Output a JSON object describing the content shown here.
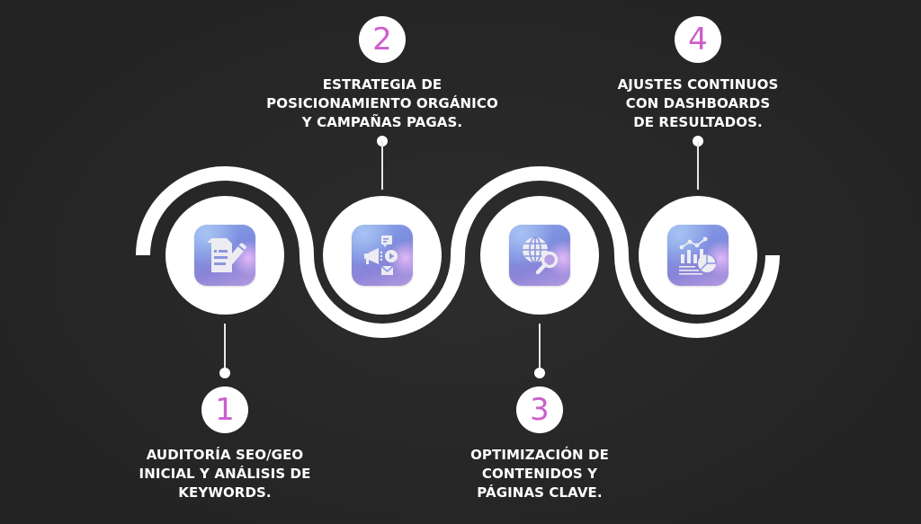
{
  "diagram": {
    "type": "process-timeline",
    "colors": {
      "background": "#232323",
      "background_center": "#2d2d2d",
      "path": "#ffffff",
      "number": "#cc5fcc",
      "text": "#ffffff",
      "icon_tile_gradient": [
        "#8fa6e6",
        "#7d8fe0",
        "#b49ae0"
      ]
    },
    "steps": [
      {
        "number": "1",
        "title": "AUDITORÍA SEO/GEO\nINICIAL Y ANÁLISIS DE\nKEYWORDS.",
        "icon": "document-edit-icon",
        "label_position": "below"
      },
      {
        "number": "2",
        "title": "ESTRATEGIA DE\nPOSICIONAMIENTO ORGÁNICO\nY CAMPAÑAS PAGAS.",
        "icon": "megaphone-media-icon",
        "label_position": "above"
      },
      {
        "number": "3",
        "title": "OPTIMIZACIÓN DE\nCONTENIDOS Y\nPÁGINAS CLAVE.",
        "icon": "globe-search-icon",
        "label_position": "below"
      },
      {
        "number": "4",
        "title": "AJUSTES CONTINUOS\nCON DASHBOARDS\nDE RESULTADOS.",
        "icon": "analytics-dashboard-icon",
        "label_position": "above"
      }
    ]
  }
}
